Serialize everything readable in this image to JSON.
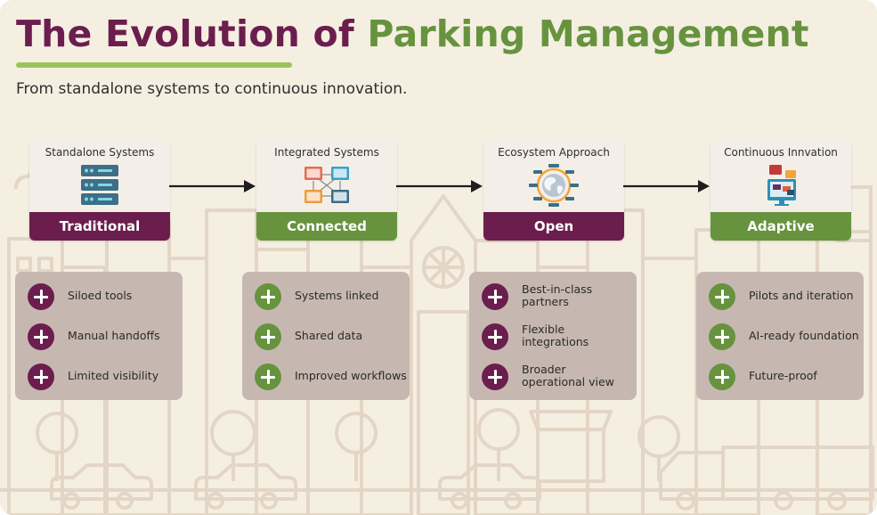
{
  "header": {
    "title_part1": "The Evolution of",
    "title_part2": "Parking Management",
    "subtitle": "From standalone systems to continuous innovation."
  },
  "colors": {
    "purple": "#6b1e4e",
    "green": "#67933f",
    "accent_line": "#9cc45a",
    "background": "#f5efe2",
    "card": "#c6b8b0"
  },
  "stages": [
    {
      "name": "Standalone Systems",
      "label": "Traditional",
      "icon": "server-rack-icon",
      "theme": "purple",
      "items": [
        "Siloed tools",
        "Manual handoffs",
        "Limited visibility"
      ]
    },
    {
      "name": "Integrated Systems",
      "label": "Connected",
      "icon": "connected-monitors-icon",
      "theme": "green",
      "items": [
        "Systems linked",
        "Shared data",
        "Improved workflows"
      ]
    },
    {
      "name": "Ecosystem Approach",
      "label": "Open",
      "icon": "globe-network-icon",
      "theme": "purple",
      "items": [
        "Best-in-class partners",
        "Flexible integrations",
        "Broader operational view"
      ]
    },
    {
      "name": "Continuous Innvation",
      "label": "Adaptive",
      "icon": "adaptive-dashboard-icon",
      "theme": "green",
      "items": [
        "Pilots and iteration",
        "AI-ready foundation",
        "Future-proof"
      ]
    }
  ]
}
